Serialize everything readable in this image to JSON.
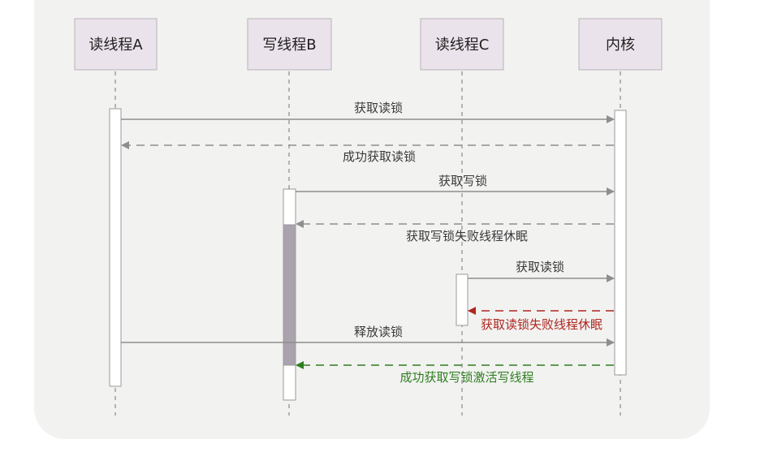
{
  "actors": [
    {
      "id": "A",
      "label": "读线程A"
    },
    {
      "id": "B",
      "label": "写线程B"
    },
    {
      "id": "C",
      "label": "读线程C"
    },
    {
      "id": "K",
      "label": "内核"
    }
  ],
  "messages": [
    {
      "label": "获取读锁",
      "from": "A",
      "to": "K",
      "style": "solid",
      "color": "#8e8e8e"
    },
    {
      "label": "成功获取读锁",
      "from": "K",
      "to": "A",
      "style": "dashed",
      "color": "#8e8e8e"
    },
    {
      "label": "获取写锁",
      "from": "B",
      "to": "K",
      "style": "solid",
      "color": "#8e8e8e"
    },
    {
      "label": "获取写锁失败线程休眠",
      "from": "K",
      "to": "B",
      "style": "dashed",
      "color": "#8e8e8e"
    },
    {
      "label": "获取读锁",
      "from": "C",
      "to": "K",
      "style": "solid",
      "color": "#8e8e8e"
    },
    {
      "label": "获取读锁失败线程休眠",
      "from": "K",
      "to": "C",
      "style": "dashed",
      "color": "#b0261e"
    },
    {
      "label": "释放读锁",
      "from": "A",
      "to": "K",
      "style": "solid",
      "color": "#8e8e8e"
    },
    {
      "label": "成功获取写锁激活写线程",
      "from": "K",
      "to": "B",
      "style": "dashed",
      "color": "#2e7d1f"
    }
  ]
}
